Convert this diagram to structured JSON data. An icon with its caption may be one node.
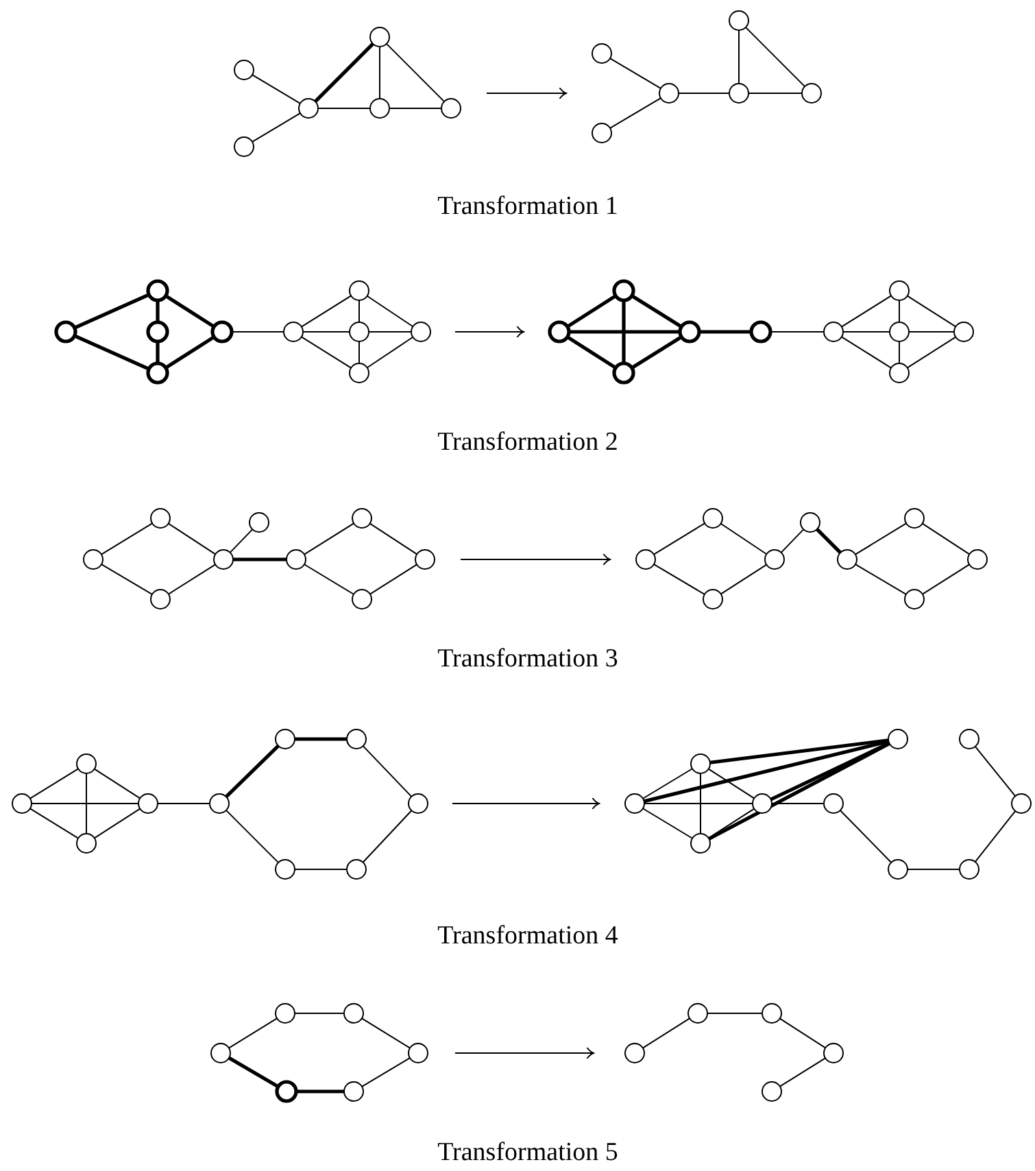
{
  "diagram": {
    "nodes": [
      {
        "text": [],
        "shape": "circle"
      },
      {
        "text": [],
        "shape": "circle"
      },
      {
        "text": [],
        "shape": "circle"
      },
      {
        "text": [],
        "shape": "circle"
      },
      {
        "text": [],
        "shape": "circle"
      },
      {
        "text": [],
        "shape": "circle"
      },
      {
        "text": [],
        "shape": "circle"
      },
      {
        "text": [],
        "shape": "circle"
      },
      {
        "text": [],
        "shape": "circle"
      },
      {
        "text": [],
        "shape": "circle"
      },
      {
        "text": [],
        "shape": "circle"
      },
      {
        "text": [],
        "shape": "circle"
      },
      {
        "text": [],
        "shape": "circle"
      },
      {
        "text": [],
        "shape": "circle"
      },
      {
        "text": [],
        "shape": "circle"
      },
      {
        "text": [],
        "shape": "circle"
      },
      {
        "text": [],
        "shape": "circle"
      },
      {
        "text": [],
        "shape": "circle"
      },
      {
        "text": [],
        "shape": "circle"
      },
      {
        "text": [],
        "shape": "circle"
      },
      {
        "text": [],
        "shape": "circle"
      },
      {
        "text": [],
        "shape": "circle"
      },
      {
        "text": [],
        "shape": "circle"
      },
      {
        "text": [],
        "shape": "circle"
      },
      {
        "text": [],
        "shape": "circle"
      },
      {
        "text": [],
        "shape": "circle"
      },
      {
        "text": [],
        "shape": "circle"
      },
      {
        "text": [],
        "shape": "circle"
      },
      {
        "text": [],
        "shape": "circle"
      },
      {
        "text": [],
        "shape": "circle"
      },
      {
        "text": [],
        "shape": "circle"
      },
      {
        "text": [],
        "shape": "circle"
      },
      {
        "text": [],
        "shape": "circle"
      },
      {
        "text": [],
        "shape": "circle"
      },
      {
        "text": [],
        "shape": "circle"
      },
      {
        "text": [],
        "shape": "circle"
      },
      {
        "text": [],
        "shape": "circle"
      },
      {
        "text": [],
        "shape": "circle"
      },
      {
        "text": [],
        "shape": "circle"
      },
      {
        "text": [],
        "shape": "circle"
      },
      {
        "text": [],
        "shape": "circle"
      },
      {
        "text": [],
        "shape": "circle"
      },
      {
        "text": [],
        "shape": "circle"
      },
      {
        "text": [],
        "shape": "circle"
      },
      {
        "text": [],
        "shape": "circle"
      },
      {
        "text": [],
        "shape": "circle"
      },
      {
        "text": [],
        "shape": "circle"
      },
      {
        "text": [],
        "shape": "circle"
      },
      {
        "text": [],
        "shape": "circle"
      },
      {
        "text": [],
        "shape": "circle"
      },
      {
        "text": [],
        "shape": "circle"
      },
      {
        "text": [],
        "shape": "circle"
      },
      {
        "text": [],
        "shape": "circle"
      },
      {
        "text": [],
        "shape": "circle"
      },
      {
        "text": [],
        "shape": "circle"
      },
      {
        "text": [],
        "shape": "circle"
      },
      {
        "text": [],
        "shape": "circle"
      },
      {
        "text": [],
        "shape": "circle"
      },
      {
        "text": [],
        "shape": "circle"
      },
      {
        "text": [],
        "shape": "circle"
      },
      {
        "text": [],
        "shape": "circle"
      },
      {
        "text": [],
        "shape": "circle"
      },
      {
        "text": [],
        "shape": "circle"
      },
      {
        "text": [],
        "shape": "circle"
      },
      {
        "text": [],
        "shape": "circle"
      },
      {
        "text": [],
        "shape": "circle"
      },
      {
        "text": [],
        "shape": "circle"
      },
      {
        "text": [],
        "shape": "circle"
      },
      {
        "text": [],
        "shape": "circle"
      },
      {
        "text": [],
        "shape": "circle"
      },
      {
        "text": [],
        "shape": "circle"
      },
      {
        "text": [],
        "shape": "circle"
      },
      {
        "text": [],
        "shape": "circle"
      },
      {
        "text": [],
        "shape": "circle"
      },
      {
        "text": [],
        "shape": "circle"
      },
      {
        "text": [],
        "shape": "circle"
      },
      {
        "text": [],
        "shape": "circle"
      },
      {
        "text": [],
        "shape": "circle"
      },
      {
        "text": [],
        "shape": "circle"
      },
      {
        "text": [],
        "shape": "circle"
      },
      {
        "text": [],
        "shape": "circle"
      }
    ],
    "edges": [
      {
        "from": 0,
        "to": 2,
        "arrow": "none"
      },
      {
        "from": 1,
        "to": 2,
        "arrow": "none"
      },
      {
        "from": 2,
        "to": 3,
        "arrow": "none",
        "style": "thick"
      },
      {
        "from": 2,
        "to": 4,
        "arrow": "none"
      },
      {
        "from": 3,
        "to": 4,
        "arrow": "none"
      },
      {
        "from": 3,
        "to": 5,
        "arrow": "none"
      },
      {
        "from": 4,
        "to": 5,
        "arrow": "none"
      },
      {
        "from": 6,
        "to": 8,
        "arrow": "none"
      },
      {
        "from": 7,
        "to": 8,
        "arrow": "none"
      },
      {
        "from": 8,
        "to": 10,
        "arrow": "none"
      },
      {
        "from": 9,
        "to": 10,
        "arrow": "none"
      },
      {
        "from": 9,
        "to": 11,
        "arrow": "none"
      },
      {
        "from": 10,
        "to": 11,
        "arrow": "none"
      },
      {
        "from": 12,
        "to": 13,
        "arrow": "none",
        "style": "thick"
      },
      {
        "from": 12,
        "to": 15,
        "arrow": "none",
        "style": "thick"
      },
      {
        "from": 13,
        "to": 14,
        "arrow": "none",
        "style": "thick"
      },
      {
        "from": 14,
        "to": 15,
        "arrow": "none",
        "style": "thick"
      },
      {
        "from": 13,
        "to": 16,
        "arrow": "none",
        "style": "thick"
      },
      {
        "from": 15,
        "to": 16,
        "arrow": "none",
        "style": "thick"
      },
      {
        "from": 16,
        "to": 17,
        "arrow": "none"
      },
      {
        "from": 17,
        "to": 18,
        "arrow": "none"
      },
      {
        "from": 17,
        "to": 20,
        "arrow": "none"
      },
      {
        "from": 18,
        "to": 21,
        "arrow": "none"
      },
      {
        "from": 20,
        "to": 21,
        "arrow": "none"
      },
      {
        "from": 17,
        "to": 19,
        "arrow": "none"
      },
      {
        "from": 19,
        "to": 21,
        "arrow": "none"
      },
      {
        "from": 18,
        "to": 19,
        "arrow": "none"
      },
      {
        "from": 19,
        "to": 20,
        "arrow": "none"
      },
      {
        "from": 22,
        "to": 23,
        "arrow": "none",
        "style": "thick"
      },
      {
        "from": 22,
        "to": 24,
        "arrow": "none",
        "style": "thick"
      },
      {
        "from": 23,
        "to": 25,
        "arrow": "none",
        "style": "thick"
      },
      {
        "from": 24,
        "to": 25,
        "arrow": "none",
        "style": "thick"
      },
      {
        "from": 22,
        "to": 25,
        "arrow": "none",
        "style": "thick"
      },
      {
        "from": 23,
        "to": 24,
        "arrow": "none",
        "style": "thick"
      },
      {
        "from": 25,
        "to": 26,
        "arrow": "none",
        "style": "thick"
      },
      {
        "from": 26,
        "to": 27,
        "arrow": "none"
      },
      {
        "from": 27,
        "to": 28,
        "arrow": "none"
      },
      {
        "from": 27,
        "to": 30,
        "arrow": "none"
      },
      {
        "from": 28,
        "to": 31,
        "arrow": "none"
      },
      {
        "from": 30,
        "to": 31,
        "arrow": "none"
      },
      {
        "from": 27,
        "to": 29,
        "arrow": "none"
      },
      {
        "from": 29,
        "to": 31,
        "arrow": "none"
      },
      {
        "from": 28,
        "to": 29,
        "arrow": "none"
      },
      {
        "from": 29,
        "to": 30,
        "arrow": "none"
      },
      {
        "from": 32,
        "to": 33,
        "arrow": "none"
      },
      {
        "from": 32,
        "to": 34,
        "arrow": "none"
      },
      {
        "from": 33,
        "to": 35,
        "arrow": "none"
      },
      {
        "from": 34,
        "to": 35,
        "arrow": "none"
      },
      {
        "from": 35,
        "to": 36,
        "arrow": "none"
      },
      {
        "from": 35,
        "to": 37,
        "arrow": "none",
        "style": "thick"
      },
      {
        "from": 37,
        "to": 38,
        "arrow": "none"
      },
      {
        "from": 37,
        "to": 39,
        "arrow": "none"
      },
      {
        "from": 38,
        "to": 40,
        "arrow": "none"
      },
      {
        "from": 39,
        "to": 40,
        "arrow": "none"
      },
      {
        "from": 41,
        "to": 42,
        "arrow": "none"
      },
      {
        "from": 41,
        "to": 43,
        "arrow": "none"
      },
      {
        "from": 42,
        "to": 44,
        "arrow": "none"
      },
      {
        "from": 43,
        "to": 44,
        "arrow": "none"
      },
      {
        "from": 44,
        "to": 45,
        "arrow": "none"
      },
      {
        "from": 45,
        "to": 46,
        "arrow": "none",
        "style": "thick"
      },
      {
        "from": 46,
        "to": 47,
        "arrow": "none"
      },
      {
        "from": 46,
        "to": 48,
        "arrow": "none"
      },
      {
        "from": 47,
        "to": 49,
        "arrow": "none"
      },
      {
        "from": 48,
        "to": 49,
        "arrow": "none"
      },
      {
        "from": 50,
        "to": 51,
        "arrow": "none"
      },
      {
        "from": 50,
        "to": 52,
        "arrow": "none"
      },
      {
        "from": 51,
        "to": 53,
        "arrow": "none"
      },
      {
        "from": 52,
        "to": 53,
        "arrow": "none"
      },
      {
        "from": 50,
        "to": 53,
        "arrow": "none"
      },
      {
        "from": 51,
        "to": 52,
        "arrow": "none"
      },
      {
        "from": 53,
        "to": 54,
        "arrow": "none"
      },
      {
        "from": 54,
        "to": 55,
        "arrow": "none",
        "style": "thick"
      },
      {
        "from": 55,
        "to": 57,
        "arrow": "none",
        "style": "thick"
      },
      {
        "from": 57,
        "to": 59,
        "arrow": "none"
      },
      {
        "from": 59,
        "to": 58,
        "arrow": "none"
      },
      {
        "from": 58,
        "to": 56,
        "arrow": "none"
      },
      {
        "from": 56,
        "to": 54,
        "arrow": "none"
      },
      {
        "from": 60,
        "to": 61,
        "arrow": "none"
      },
      {
        "from": 60,
        "to": 62,
        "arrow": "none"
      },
      {
        "from": 61,
        "to": 63,
        "arrow": "none"
      },
      {
        "from": 62,
        "to": 63,
        "arrow": "none"
      },
      {
        "from": 60,
        "to": 63,
        "arrow": "none"
      },
      {
        "from": 61,
        "to": 62,
        "arrow": "none"
      },
      {
        "from": 63,
        "to": 64,
        "arrow": "none"
      },
      {
        "from": 65,
        "to": 61,
        "arrow": "none",
        "style": "thick"
      },
      {
        "from": 65,
        "to": 60,
        "arrow": "none",
        "style": "thick"
      },
      {
        "from": 65,
        "to": 63,
        "arrow": "none",
        "style": "thick"
      },
      {
        "from": 65,
        "to": 62,
        "arrow": "none",
        "style": "thick"
      },
      {
        "from": 64,
        "to": 66,
        "arrow": "none"
      },
      {
        "from": 66,
        "to": 68,
        "arrow": "none"
      },
      {
        "from": 68,
        "to": 69,
        "arrow": "none"
      },
      {
        "from": 69,
        "to": 67,
        "arrow": "none"
      },
      {
        "from": 70,
        "to": 71,
        "arrow": "none"
      },
      {
        "from": 71,
        "to": 73,
        "arrow": "none"
      },
      {
        "from": 73,
        "to": 75,
        "arrow": "none"
      },
      {
        "from": 75,
        "to": 74,
        "arrow": "none"
      },
      {
        "from": 74,
        "to": 72,
        "arrow": "none",
        "style": "thick"
      },
      {
        "from": 72,
        "to": 70,
        "arrow": "none",
        "style": "thick"
      },
      {
        "from": 76,
        "to": 77,
        "arrow": "none"
      },
      {
        "from": 77,
        "to": 78,
        "arrow": "none"
      },
      {
        "from": 78,
        "to": 80,
        "arrow": "none"
      },
      {
        "from": 80,
        "to": 79,
        "arrow": "none"
      }
    ],
    "labels": [
      "Transformation 1",
      "Transformation 2",
      "Transformation 3",
      "Transformation 4",
      "Transformation 5"
    ]
  }
}
